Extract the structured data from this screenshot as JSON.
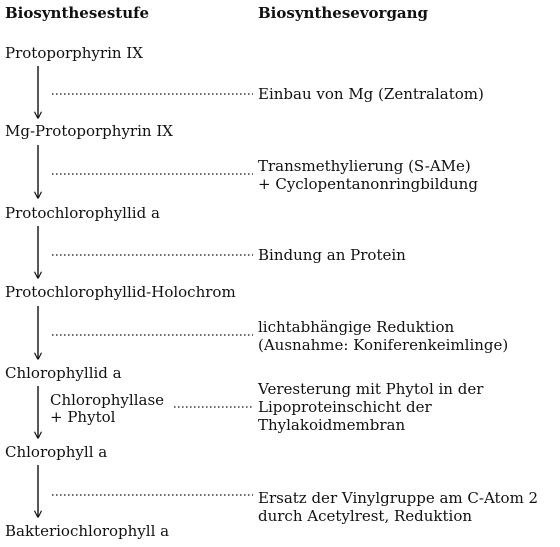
{
  "headers": {
    "stage": "Biosynthesestufe",
    "process": "Biosynthesevorgang"
  },
  "stages": [
    "Protoporphyrin IX",
    "Mg-Protoporphyrin IX",
    "Protochlorophyllid a",
    "Protochlorophyllid-Holochrom",
    "Chlorophyllid a",
    "Chlorophyll a",
    "Bakteriochlorophyll a"
  ],
  "steps": [
    {
      "process": "Einbau von Mg (Zentralatom)"
    },
    {
      "process": "Transmethylierung (S-AMe)\n+ Cyclopentanonringbildung"
    },
    {
      "process": "Bindung an Protein"
    },
    {
      "process": "lichtabhängige Reduktion\n(Ausnahme: Koniferenkeimlinge)"
    },
    {
      "process": "Veresterung mit Phytol in der\nLipoproteinschicht der\nThylakoidmembran",
      "enzyme": "Chlorophyllase\n+ Phytol"
    },
    {
      "process": "Ersatz der Vinylgruppe am C-Atom 2\ndurch Acetylrest, Reduktion"
    }
  ]
}
